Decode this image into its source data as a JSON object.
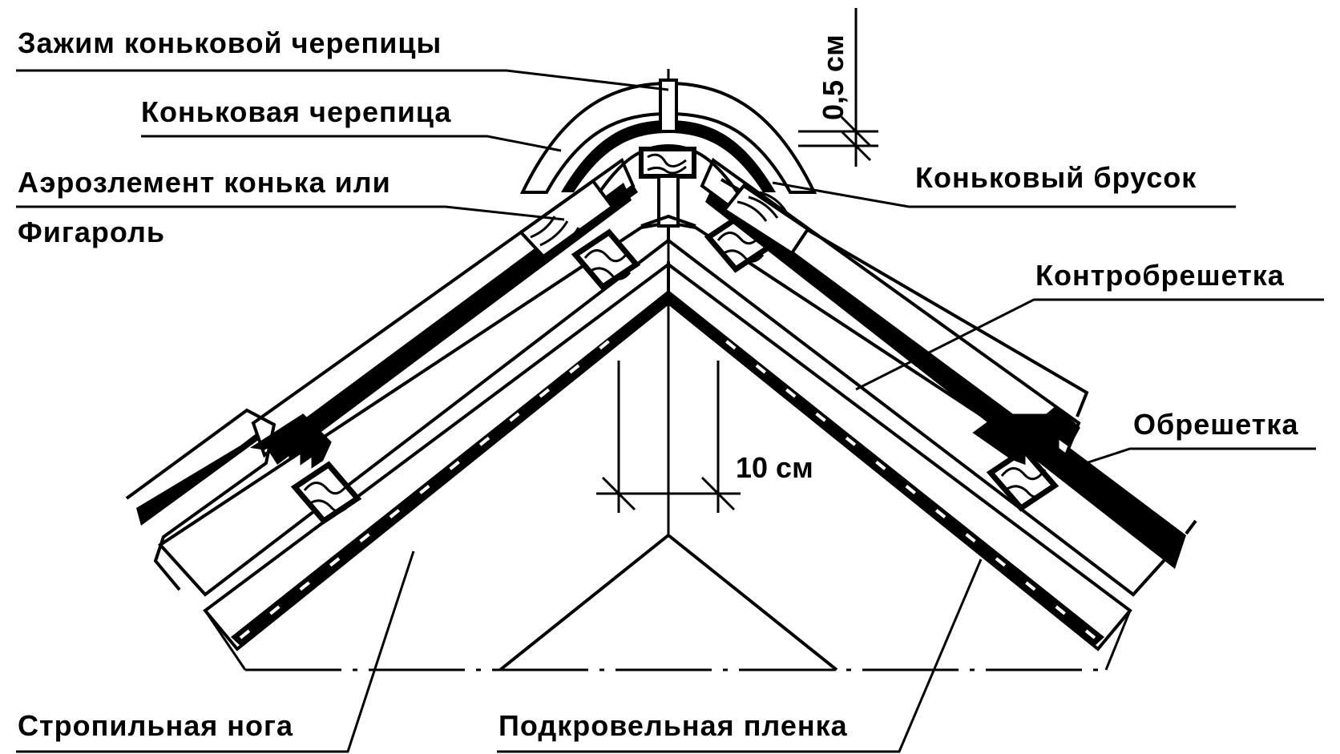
{
  "labels": {
    "ridge_clamp": "Зажим коньковой черепицы",
    "ridge_tile": "Коньковая черепица",
    "ridge_aero_1": "Аэрозлемент конька или",
    "ridge_aero_2": "Фигароль",
    "ridge_batten": "Коньковый брусок",
    "counter_batten": "Контробрешетка",
    "batten": "Обрешетка",
    "rafter": "Стропильная  нога",
    "underlay": "Подкровельная  пленка"
  },
  "dimensions": {
    "gap_top": "0,5 см",
    "rafter_gap": "10 см"
  }
}
